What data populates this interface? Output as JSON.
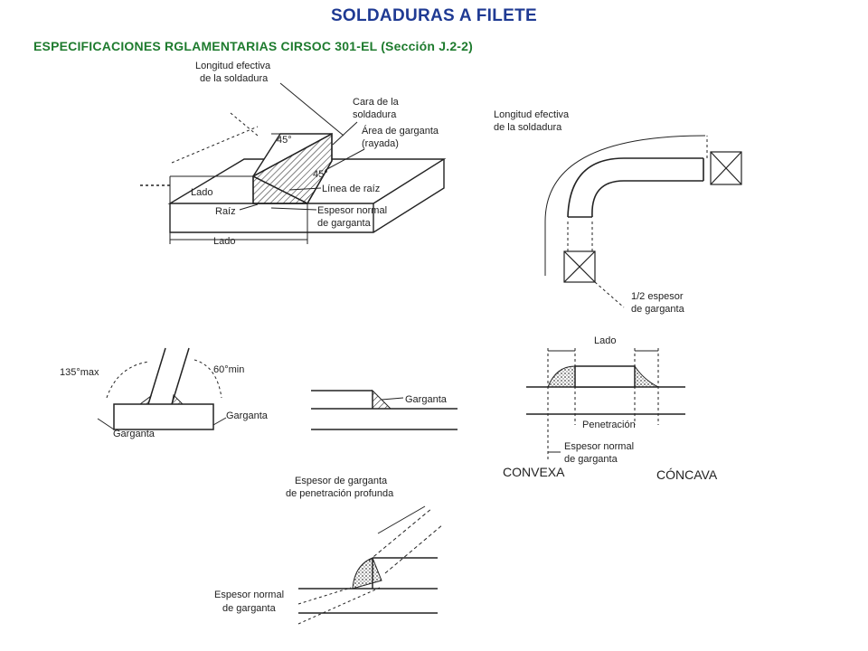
{
  "colors": {
    "title": "#1f3a93",
    "subtitle": "#1e7b2e",
    "ink": "#222222"
  },
  "header": {
    "title": "SOLDADURAS A FILETE",
    "subtitle": "ESPECIFICACIONES RGLAMENTARIAS CIRSOC 301-EL (Sección J.2-2)"
  },
  "fig1": {
    "longitud_1": "Longitud efectiva",
    "longitud_2": "de la soldadura",
    "cara_1": "Cara de la",
    "cara_2": "soldadura",
    "area_1": "Área de garganta",
    "area_2": "(rayada)",
    "ang_top": "45°",
    "ang_mid": "45°",
    "linea_raiz": "Línea de raíz",
    "lado": "Lado",
    "raiz": "Raíz",
    "espesor_1": "Espesor normal",
    "espesor_2": "de garganta",
    "lado_bottom": "Lado"
  },
  "fig2": {
    "longitud_1": "Longitud efectiva",
    "longitud_2": "de la soldadura",
    "medio_1": "1/2 espesor",
    "medio_2": "de garganta"
  },
  "fig3": {
    "ang_max": "135°max",
    "ang_min": "60°min",
    "garganta_right": "Garganta",
    "garganta_bottom": "Garganta"
  },
  "fig4": {
    "garganta": "Garganta"
  },
  "fig5": {
    "lado": "Lado",
    "penetracion": "Penetración",
    "espesor_1": "Espesor normal",
    "espesor_2": "de garganta",
    "convexa": "CONVEXA",
    "concava": "CÓNCAVA"
  },
  "fig6": {
    "prof_1": "Espesor de garganta",
    "prof_2": "de penetración profunda",
    "espesor_1": "Espesor normal",
    "espesor_2": "de garganta"
  }
}
